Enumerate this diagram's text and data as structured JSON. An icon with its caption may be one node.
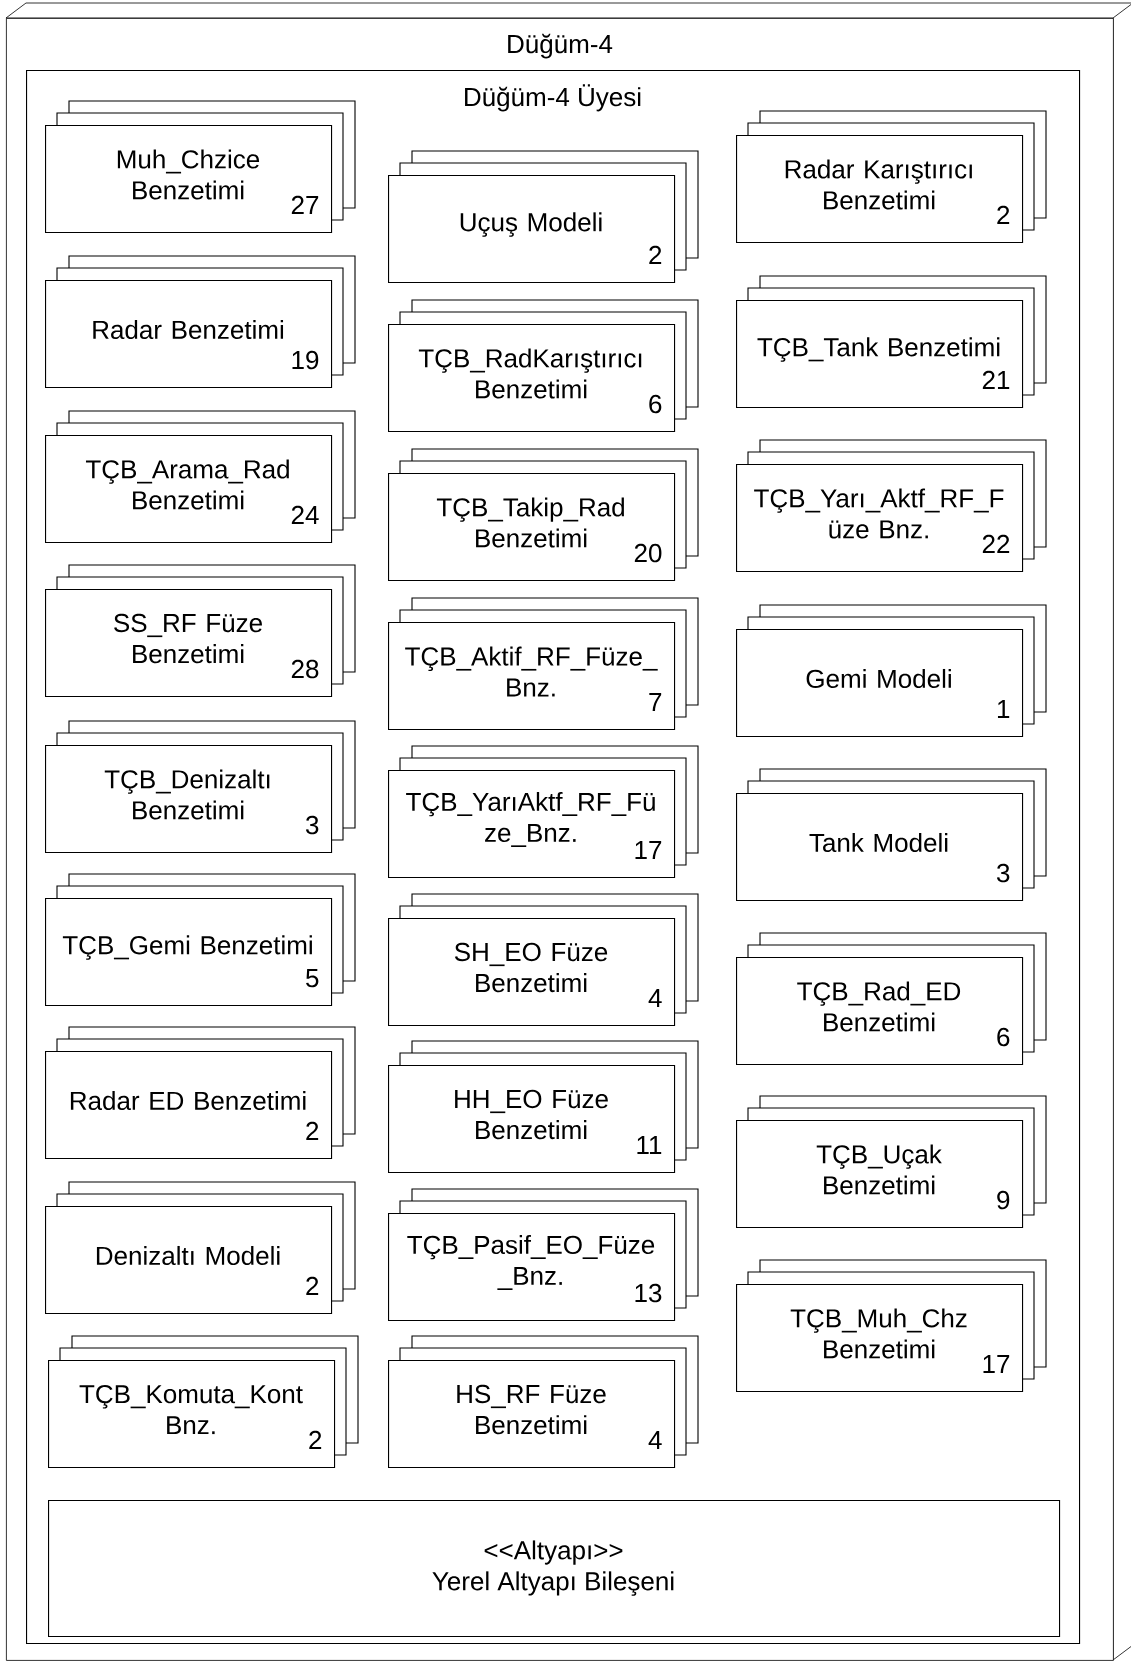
{
  "diagram": {
    "nodes": [
      {
        "text": [
          "Düğüm-4"
        ]
      },
      {
        "text": [
          "Düğüm-4 Üyesi"
        ],
        "in": 0
      },
      {
        "text": [
          "Muh_Chzice Benzetimi",
          "27"
        ],
        "in": 1
      },
      {
        "text": [
          "Radar Benzetimi",
          "19"
        ],
        "in": 1
      },
      {
        "text": [
          "TÇB_Arama_Rad Benzetimi",
          "24"
        ],
        "in": 1
      },
      {
        "text": [
          "SS_RF Füze Benzetimi",
          "28"
        ],
        "in": 1
      },
      {
        "text": [
          "TÇB_Denizaltı Benzetimi",
          "3"
        ],
        "in": 1
      },
      {
        "text": [
          "TÇB_Gemi Benzetimi",
          "5"
        ],
        "in": 1
      },
      {
        "text": [
          "Radar ED Benzetimi",
          "2"
        ],
        "in": 1
      },
      {
        "text": [
          "Denizaltı Modeli",
          "2"
        ],
        "in": 1
      },
      {
        "text": [
          "TÇB_Komuta_Kont Bnz.",
          "2"
        ],
        "in": 1
      },
      {
        "text": [
          "Uçuş Modeli",
          "2"
        ],
        "in": 1
      },
      {
        "text": [
          "TÇB_RadKarıştırıcı Benzetimi",
          "6"
        ],
        "in": 1
      },
      {
        "text": [
          "TÇB_Takip_Rad Benzetimi",
          "20"
        ],
        "in": 1
      },
      {
        "text": [
          "TÇB_Aktif_RF_Füze_ Bnz.",
          "7"
        ],
        "in": 1
      },
      {
        "text": [
          "TÇB_YarıAktf_RF_Fü ze_Bnz.",
          "17"
        ],
        "in": 1
      },
      {
        "text": [
          "SH_EO Füze Benzetimi",
          "4"
        ],
        "in": 1
      },
      {
        "text": [
          "HH_EO Füze Benzetimi",
          "11"
        ],
        "in": 1
      },
      {
        "text": [
          "TÇB_Pasif_EO_Füze _Bnz.",
          "13"
        ],
        "in": 1
      },
      {
        "text": [
          "HS_RF Füze Benzetimi",
          "4"
        ],
        "in": 1
      },
      {
        "text": [
          "Radar Karıştırıcı Benzetimi",
          "2"
        ],
        "in": 1
      },
      {
        "text": [
          "TÇB_Tank Benzetimi",
          "21"
        ],
        "in": 1
      },
      {
        "text": [
          "TÇB_Yarı_Aktf_RF_F üze Bnz.",
          "22"
        ],
        "in": 1
      },
      {
        "text": [
          "Gemi Modeli",
          "1"
        ],
        "in": 1
      },
      {
        "text": [
          "Tank Modeli",
          "3"
        ],
        "in": 1
      },
      {
        "text": [
          "TÇB_Rad_ED Benzetimi",
          "6"
        ],
        "in": 1
      },
      {
        "text": [
          "TÇB_Uçak Benzetimi",
          "9"
        ],
        "in": 1
      },
      {
        "text": [
          "TÇB_Muh_Chz Benzetimi",
          "17"
        ],
        "in": 1
      },
      {
        "text": [
          "<<Altyapı>>",
          "Yerel Altyapı Bileşeni"
        ],
        "in": 1
      }
    ]
  }
}
